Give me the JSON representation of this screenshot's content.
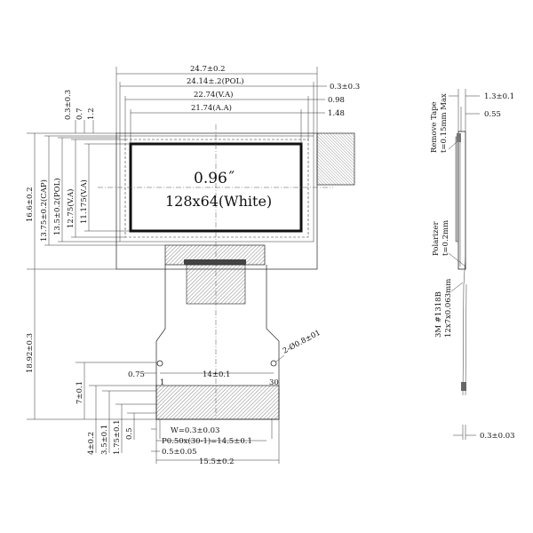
{
  "display": {
    "size_label": "0.96˝",
    "resolution_label": "128x64(White)"
  },
  "dimensions_top": {
    "outline_width": "24.7±0.2",
    "polarizer_width": "24.14±.2(POL)",
    "va_width": "22.74(V.A)",
    "aa_width": "21.74(A.A)",
    "right_1": "0.3±0.3",
    "right_2": "0.98",
    "right_3": "1.48"
  },
  "dimensions_left": {
    "outline_height": "16.6±0.2",
    "cap_height": "13.75±0.2(CAP)",
    "pol_height": "13.5±0.2(POL)",
    "va_height": "12.75(V.A)",
    "aa_height": "11.175(V.A)",
    "top_1": "0.3±0.3",
    "top_2": "0.7",
    "top_3": "1.2",
    "total_height": "18.92±0.3"
  },
  "fpc": {
    "hole_callout": "2-Ø0.8±01",
    "hole_spacing": "14±0.1",
    "left_offset": "0.75",
    "pin_first": "1",
    "pin_last": "30",
    "h_7": "7±0.1",
    "h_4": "4±0.2",
    "h_35": "3.5±0.1",
    "h_175": "1.75±0.1",
    "h_05": "0.5",
    "pin_width": "W=0.3±0.03",
    "pitch": "P0.50x(30-1)=14.5±0.1",
    "edge": "0.5±0.05",
    "fpc_width": "15.5±0.2"
  },
  "side_view": {
    "dim_13": "1.3±0.1",
    "dim_055": "0.55",
    "remove_tape": "Remove Tape",
    "tape_thickness": "t=0.15mm Max",
    "polarizer": "Polarizer",
    "polarizer_thickness": "t=0.2mm",
    "adhesive": "3M #1318B",
    "adhesive_size": "12x7x0.063mm",
    "bottom_dim": "0.3±0.03"
  }
}
